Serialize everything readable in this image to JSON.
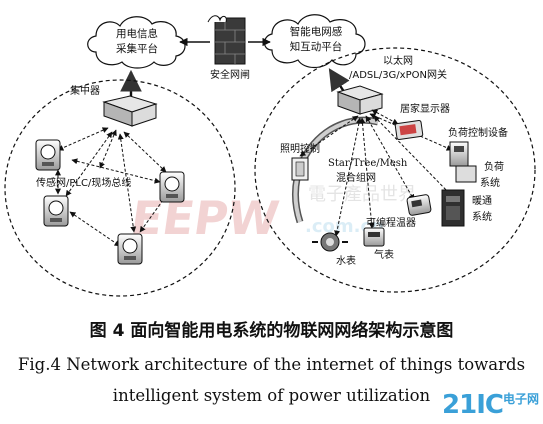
{
  "clouds": {
    "left": [
      "用电信息",
      "采集平台"
    ],
    "right": [
      "智能电网感",
      "知互动平台"
    ]
  },
  "gateway_label": "安全网闸",
  "left_domain": {
    "concentrator": "集中器",
    "network": "传感网/PLC/现场总线"
  },
  "right_domain": {
    "ethernet": [
      "以太网",
      "/ADSL/3G/xPON网关"
    ],
    "home_display": "居家显示器",
    "load_control": "负荷控制设备",
    "load_system": [
      "负荷",
      "系统"
    ],
    "lighting": "照明控制",
    "mesh": [
      "Star/Tree/Mesh",
      "混合组网"
    ],
    "thermostat": "可编程温器",
    "hvac": [
      "暖通",
      "系统"
    ],
    "gas_meter": "气表",
    "water_meter": "水表"
  },
  "watermarks": {
    "eepw": "EEPW",
    "eepw_cn": "電子產品世界",
    "eepw_url": ".com.cn",
    "logo": "21IC",
    "logo_sub": "电子网"
  },
  "caption": {
    "cn": "图 4 面向智能用电系统的物联网网络架构示意图",
    "en_line1": "Fig.4 Network architecture of the internet of things towards",
    "en_line2": "intelligent system of power utilization"
  }
}
